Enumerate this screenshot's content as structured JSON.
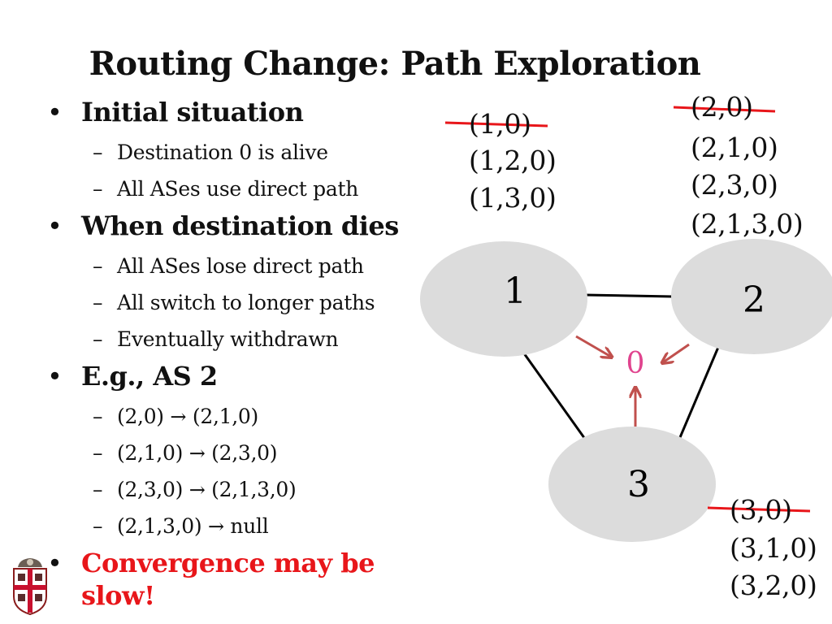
{
  "title": "Routing Change: Path Exploration",
  "bullets": [
    {
      "text": "Initial situation",
      "subs": [
        "Destination 0 is alive",
        "All ASes use direct path"
      ]
    },
    {
      "text": "When destination dies",
      "subs": [
        "All ASes lose direct path",
        "All switch to longer paths",
        "Eventually withdrawn"
      ]
    },
    {
      "text": "E.g., AS 2",
      "subs": [
        {
          "from": "(2,0)",
          "arrow": "→",
          "to": "(2,1,0)"
        },
        {
          "from": "(2,1,0)",
          "arrow": "→",
          "to": "(2,3,0)"
        },
        {
          "from": "(2,3,0)",
          "arrow": "→",
          "to": "(2,1,3,0)"
        },
        {
          "from": "(2,1,3,0)",
          "arrow": "→",
          "to": "null"
        }
      ]
    },
    {
      "text": "Convergence may be slow!",
      "color": "#e8161a",
      "subs": []
    }
  ],
  "diagram": {
    "nodes": [
      {
        "id": "1",
        "label": "1"
      },
      {
        "id": "2",
        "label": "2"
      },
      {
        "id": "3",
        "label": "3"
      },
      {
        "id": "0",
        "label": "0",
        "color": "#e0448e"
      }
    ],
    "links": [
      [
        "1",
        "2"
      ],
      [
        "1",
        "3"
      ],
      [
        "2",
        "3"
      ]
    ],
    "pointers": [
      [
        "1",
        "0"
      ],
      [
        "2",
        "0"
      ],
      [
        "3",
        "0"
      ]
    ],
    "paths": {
      "node1": [
        {
          "text": "(1,0)",
          "struck": true
        },
        {
          "text": "(1,2,0)"
        },
        {
          "text": "(1,3,0)"
        }
      ],
      "node2": [
        {
          "text": "(2,0)",
          "struck": true
        },
        {
          "text": "(2,1,0)"
        },
        {
          "text": "(2,3,0)"
        },
        {
          "text": "(2,1,3,0)"
        }
      ],
      "node3": [
        {
          "text": "(3,0)",
          "struck": true
        },
        {
          "text": "(3,1,0)"
        },
        {
          "text": "(3,2,0)"
        }
      ]
    },
    "colors": {
      "node_fill": "#dcdcdc",
      "strike": "#e8161a",
      "pointer": "#c0504d",
      "link": "#000000",
      "dest": "#e0448e"
    }
  },
  "logo_icon": "university-shield-icon"
}
